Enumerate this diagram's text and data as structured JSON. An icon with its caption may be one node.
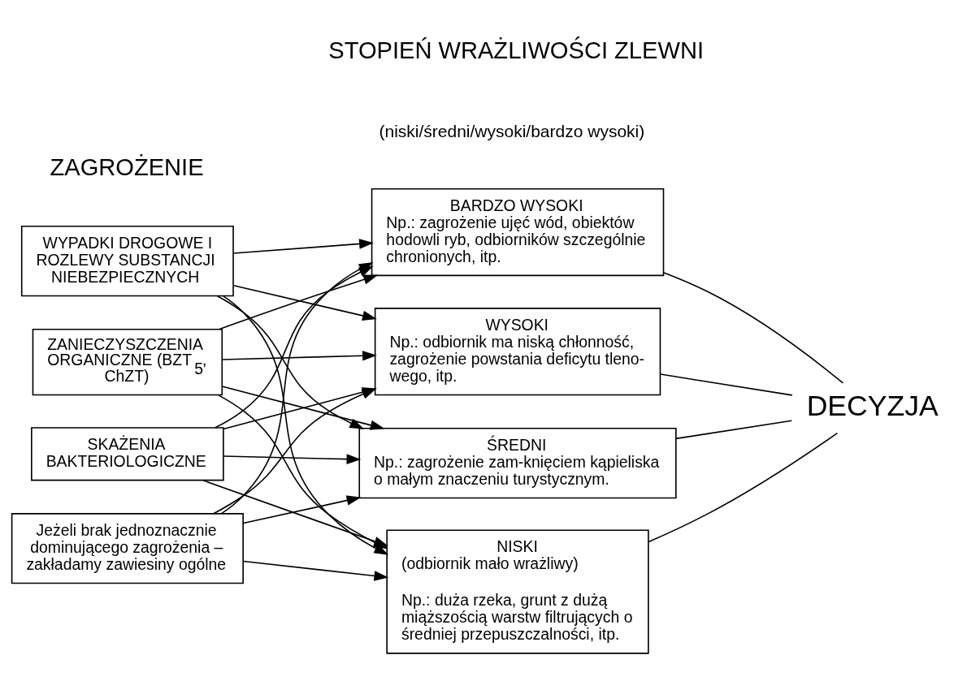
{
  "diagram": {
    "nodes": [
      {
        "text": [
          "WYPADKI DROGOWE I ROZLEWY SUBSTANCJI NIEBEZPIECZNYCH"
        ]
      },
      {
        "text": [
          "ZANIECZYSZCZENIA ORGANICZNE (BZT$_{5}$, ChZT)"
        ]
      },
      {
        "text": [
          "SKAŻENIA BAKTERIOLOGICZNE"
        ]
      },
      {
        "text": [
          "Jeżeli brak jednoznacznie dominującego zagrożenia – zakładamy zawiesiny ogólne"
        ]
      },
      {
        "text": [
          "BARDZO WYSOKI",
          "Np.: zagrożenie ujęć wód, obiektów hodowli ryb, odbiorników szczególnie chronionych, itp."
        ]
      },
      {
        "text": [
          "WYSOKI",
          "Np.: odbiornik ma niską chłonność, zagrożenie powstania deficytu tleno-wego, itp."
        ]
      },
      {
        "text": [
          "ŚREDNI",
          "Np.: zagrożenie zam-knięciem kąpieliska o małym znaczeniu turystycznym."
        ]
      },
      {
        "text": [
          "NISKI",
          "(odbiornik mało wrażliwy)",
          "Np.: duża rzeka, grunt z dużą miąższością warstw filtrujących o średniej przepuszczalności, itp."
        ]
      },
      {
        "text": [
          "DECYZJA"
        ]
      }
    ],
    "edges": [
      {
        "from": 0,
        "to": 4,
        "arrow": "to"
      },
      {
        "from": 0,
        "to": 5,
        "arrow": "to"
      },
      {
        "from": 0,
        "to": 6,
        "arrow": "to"
      },
      {
        "from": 0,
        "to": 7,
        "arrow": "to"
      },
      {
        "from": 1,
        "to": 4,
        "arrow": "to"
      },
      {
        "from": 1,
        "to": 5,
        "arrow": "to"
      },
      {
        "from": 1,
        "to": 6,
        "arrow": "to"
      },
      {
        "from": 1,
        "to": 7,
        "arrow": "to"
      },
      {
        "from": 2,
        "to": 4,
        "arrow": "to"
      },
      {
        "from": 2,
        "to": 5,
        "arrow": "to"
      },
      {
        "from": 2,
        "to": 6,
        "arrow": "to"
      },
      {
        "from": 2,
        "to": 7,
        "arrow": "to"
      },
      {
        "from": 3,
        "to": 4,
        "arrow": "to"
      },
      {
        "from": 3,
        "to": 5,
        "arrow": "to"
      },
      {
        "from": 3,
        "to": 6,
        "arrow": "to"
      },
      {
        "from": 3,
        "to": 7,
        "arrow": "to"
      },
      {
        "from": 4,
        "to": 8,
        "arrow": "none"
      },
      {
        "from": 5,
        "to": 8,
        "arrow": "none"
      },
      {
        "from": 6,
        "to": 8,
        "arrow": "none"
      },
      {
        "from": 7,
        "to": 8,
        "arrow": "none"
      }
    ],
    "labels": [
      "ZAGROŻENIE",
      "STOPIEŃ WRAŻLIWOŚCI ZLEWNI",
      "(niski/średni/wysoki/bardzo wysoki)"
    ]
  }
}
